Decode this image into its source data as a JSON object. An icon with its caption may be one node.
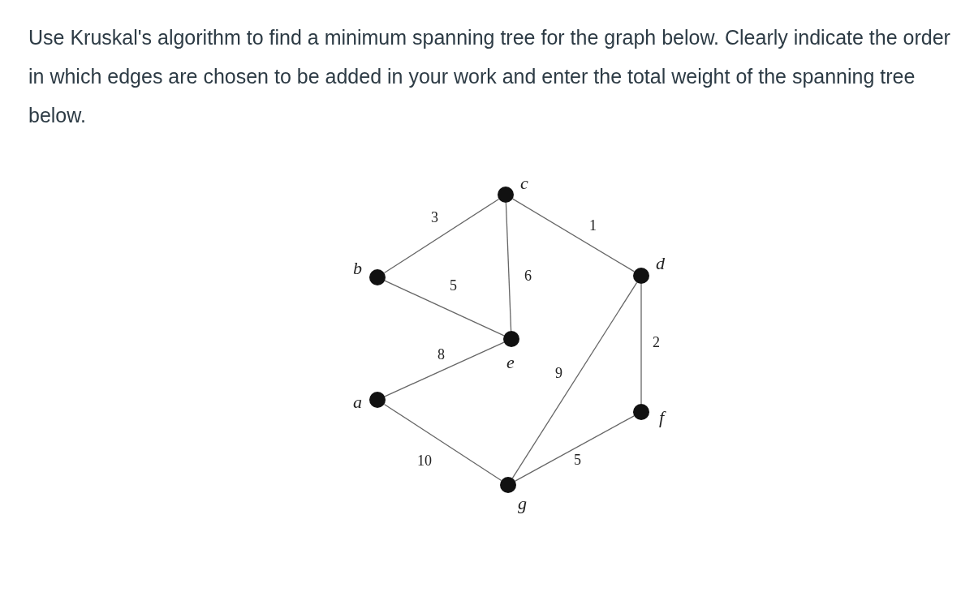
{
  "diagram": {
    "title": "Use Kruskal's algorithm to find a minimum spanning tree for the graph below. Clearly indicate the order in which edges are chosen to be added in your work and enter the total weight of the spanning tree below.",
    "nodes": [
      {
        "text": [],
        "shape": "circle",
        "beside": [
          "c"
        ]
      },
      {
        "text": [],
        "shape": "circle",
        "beside": [
          "b"
        ]
      },
      {
        "text": [],
        "shape": "circle",
        "beside": [
          "d"
        ]
      },
      {
        "text": [],
        "shape": "circle",
        "beside": [
          "e"
        ]
      },
      {
        "text": [],
        "shape": "circle",
        "beside": [
          "a"
        ]
      },
      {
        "text": [],
        "shape": "circle",
        "beside": [
          "f"
        ]
      },
      {
        "text": [],
        "shape": "circle",
        "beside": [
          "g"
        ]
      }
    ],
    "edges": [
      {
        "from": 1,
        "to": 0,
        "arrow": "none",
        "label": "3"
      },
      {
        "from": 0,
        "to": 2,
        "arrow": "none",
        "label": "1"
      },
      {
        "from": 1,
        "to": 3,
        "arrow": "none",
        "label": "5"
      },
      {
        "from": 0,
        "to": 3,
        "arrow": "none",
        "label": "6"
      },
      {
        "from": 4,
        "to": 3,
        "arrow": "none",
        "label": "8"
      },
      {
        "from": 2,
        "to": 5,
        "arrow": "none",
        "label": "2"
      },
      {
        "from": 2,
        "to": 6,
        "arrow": "none",
        "label": "9"
      },
      {
        "from": 4,
        "to": 6,
        "arrow": "none",
        "label": "10"
      },
      {
        "from": 6,
        "to": 5,
        "arrow": "none",
        "label": "5"
      }
    ]
  }
}
